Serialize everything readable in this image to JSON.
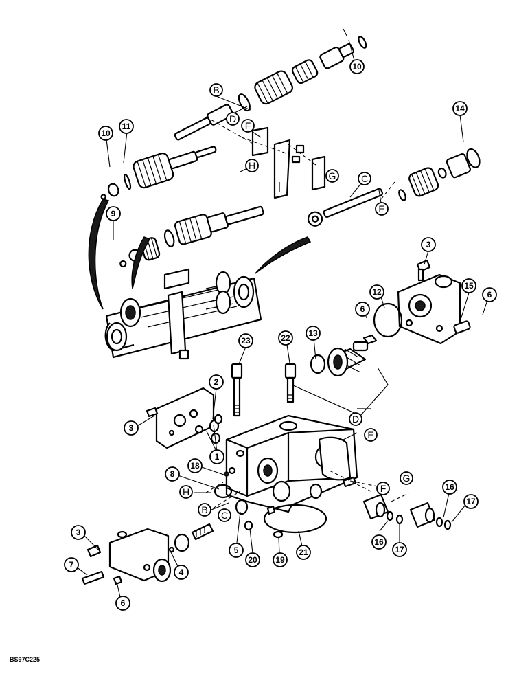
{
  "figure": {
    "reference_code": "BS97C225"
  },
  "callouts": {
    "c10a": "10",
    "c10b": "10",
    "c11": "11",
    "c14": "14",
    "c9": "9",
    "c3a": "3",
    "c12": "12",
    "c6a": "6",
    "c15": "15",
    "c6b": "6",
    "c13": "13",
    "c23": "23",
    "c22": "22",
    "c2": "2",
    "c3b": "3",
    "c1": "1",
    "c18": "18",
    "c8": "8",
    "c16a": "16",
    "c17a": "17",
    "c3c": "3",
    "c7": "7",
    "c6c": "6",
    "c4": "4",
    "c5": "5",
    "c20": "20",
    "c19": "19",
    "c21": "21",
    "c16b": "16",
    "c17b": "17"
  },
  "letters": {
    "B_top": "B",
    "D_top": "D",
    "F_top": "F",
    "H_top": "H",
    "G_top": "G",
    "C_top": "C",
    "E_top": "E",
    "D_bot": "D",
    "E_bot": "E",
    "F_bot": "F",
    "G_bot": "G",
    "H_bot": "H",
    "B_bot": "B",
    "C_bot": "C"
  }
}
